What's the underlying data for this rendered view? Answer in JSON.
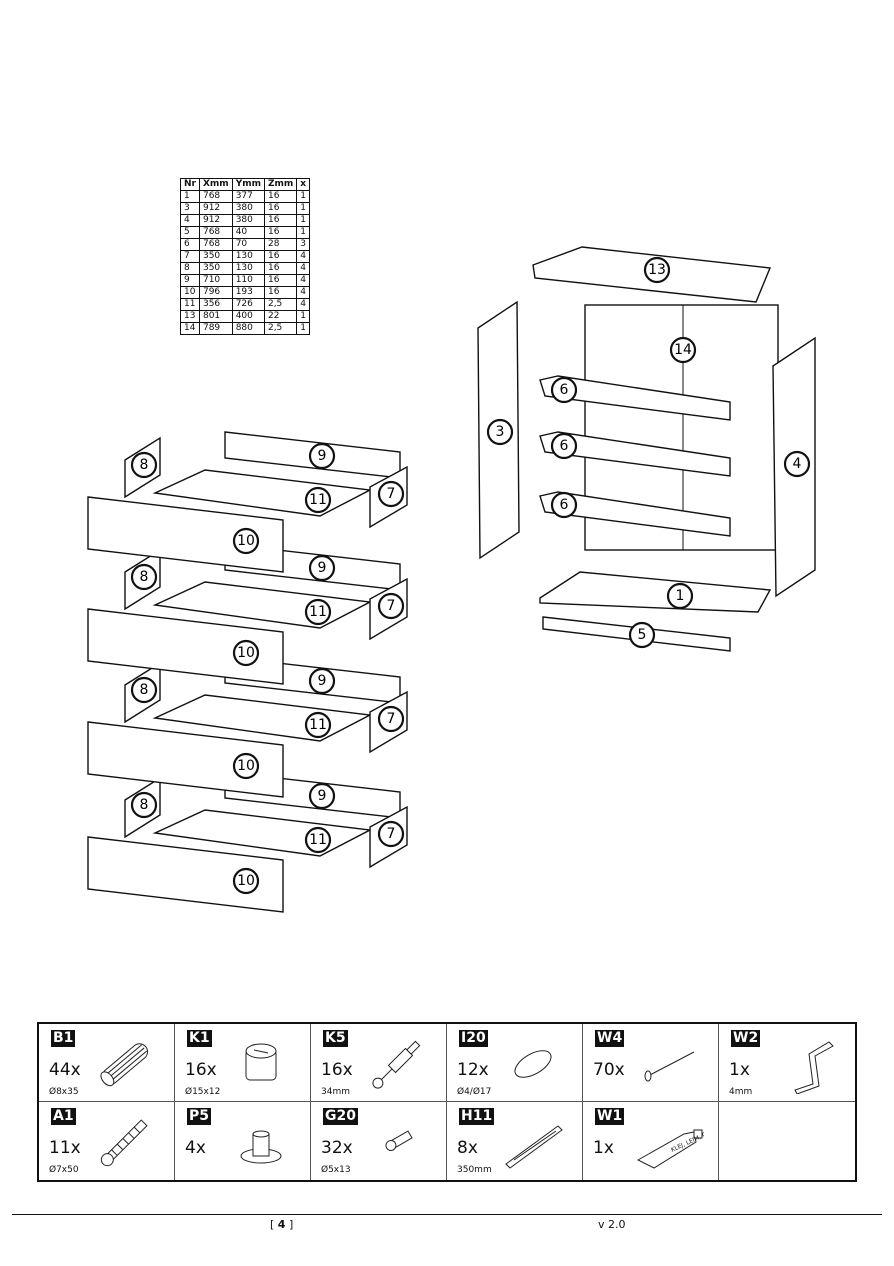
{
  "dimensions_table": {
    "headers": [
      "Nr",
      "Xmm",
      "Ymm",
      "Zmm",
      "x"
    ],
    "rows": [
      [
        "1",
        "768",
        "377",
        "16",
        "1"
      ],
      [
        "3",
        "912",
        "380",
        "16",
        "1"
      ],
      [
        "4",
        "912",
        "380",
        "16",
        "1"
      ],
      [
        "5",
        "768",
        "40",
        "16",
        "1"
      ],
      [
        "6",
        "768",
        "70",
        "28",
        "3"
      ],
      [
        "7",
        "350",
        "130",
        "16",
        "4"
      ],
      [
        "8",
        "350",
        "130",
        "16",
        "4"
      ],
      [
        "9",
        "710",
        "110",
        "16",
        "4"
      ],
      [
        "10",
        "796",
        "193",
        "16",
        "4"
      ],
      [
        "11",
        "356",
        "726",
        "2,5",
        "4"
      ],
      [
        "13",
        "801",
        "400",
        "22",
        "1"
      ],
      [
        "14",
        "789",
        "880",
        "2,5",
        "1"
      ]
    ]
  },
  "callouts": {
    "top": "13",
    "back": "14",
    "rail": "6",
    "left_side": "3",
    "right_side": "4",
    "bottom": "1",
    "plinth": "5",
    "drawer_back": "9",
    "drawer_side_left": "8",
    "drawer_bottom": "11",
    "drawer_side_right": "7",
    "drawer_front": "10"
  },
  "hardware": [
    {
      "code": "B1",
      "qty": "44x",
      "spec": "Ø8x35",
      "icon": "dowel-icon"
    },
    {
      "code": "K1",
      "qty": "16x",
      "spec": "Ø15x12",
      "icon": "cam-lock-icon"
    },
    {
      "code": "K5",
      "qty": "16x",
      "spec": "34mm",
      "icon": "cam-bolt-icon"
    },
    {
      "code": "I20",
      "qty": "12x",
      "spec": "Ø4/Ø17",
      "icon": "cover-cap-icon"
    },
    {
      "code": "W4",
      "qty": "70x",
      "spec": "",
      "icon": "nail-icon"
    },
    {
      "code": "W2",
      "qty": "1x",
      "spec": "4mm",
      "icon": "allen-key-icon"
    },
    {
      "code": "A1",
      "qty": "11x",
      "spec": "Ø7x50",
      "icon": "confirmat-screw-icon"
    },
    {
      "code": "P5",
      "qty": "4x",
      "spec": "",
      "icon": "glide-foot-icon"
    },
    {
      "code": "G20",
      "qty": "32x",
      "spec": "Ø5x13",
      "icon": "screw-icon"
    },
    {
      "code": "H11",
      "qty": "8x",
      "spec": "350mm",
      "icon": "drawer-slide-icon"
    },
    {
      "code": "W1",
      "qty": "1x",
      "spec": "",
      "icon": "glue-icon",
      "icon_text": "KLEJ, LEIM, GLUE, LEPIDLO"
    }
  ],
  "footer": {
    "page": "4",
    "page_open": "[ ",
    "page_close": " ]",
    "version": "v 2.0"
  }
}
